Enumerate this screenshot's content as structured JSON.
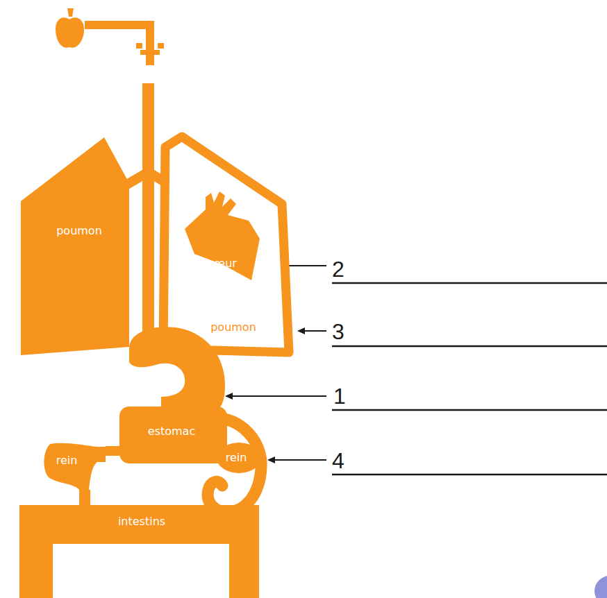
{
  "diagram": {
    "nodes": [
      {
        "text": [
          "poumon"
        ]
      },
      {
        "text": [
          "poumon"
        ]
      },
      {
        "text": [
          "cœur"
        ],
        "in": 1
      },
      {
        "text": [
          "estomac"
        ]
      },
      {
        "text": [
          "rein"
        ]
      },
      {
        "text": [
          "rein"
        ]
      },
      {
        "text": [
          "intestins"
        ]
      }
    ],
    "edges": [
      {
        "from": 3,
        "to": 4,
        "arrow": "none"
      },
      {
        "from": 4,
        "to": 6,
        "arrow": "none"
      }
    ],
    "labels": [
      "2",
      "3",
      "1",
      "4"
    ]
  }
}
